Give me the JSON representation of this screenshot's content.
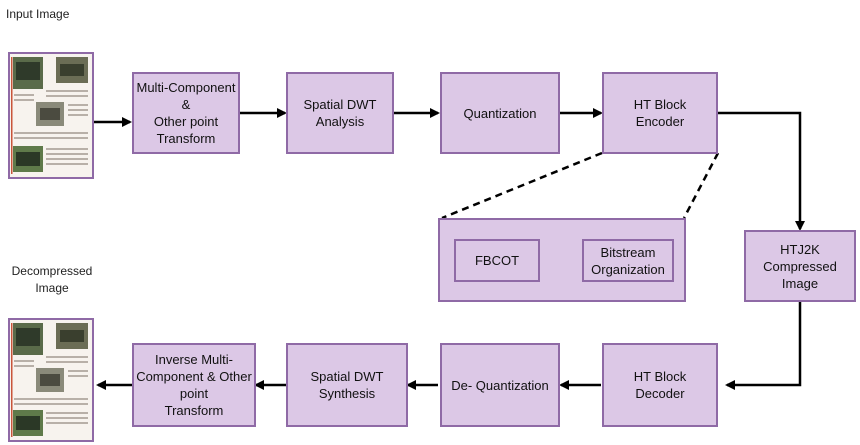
{
  "labels": {
    "input_image": "Input Image",
    "decompressed_image": "Decompressed\nImage"
  },
  "nodes": {
    "multi_component_transform": "Multi-Component &\nOther point\nTransform",
    "spatial_dwt_analysis": "Spatial DWT\nAnalysis",
    "quantization": "Quantization",
    "ht_block_encoder": "HT Block\nEncoder",
    "fbcot": "FBCOT",
    "bitstream_organization": "Bitstream\nOrganization",
    "htj2k_compressed_image": "HTJ2K\nCompressed\nImage",
    "ht_block_decoder": "HT Block\nDecoder",
    "de_quantization": "De- Quantization",
    "spatial_dwt_synthesis": "Spatial DWT\nSynthesis",
    "inverse_multi_component_transform": "Inverse Multi-\nComponent & Other\npoint\nTransform"
  },
  "colors": {
    "box_fill": "#dcc8e6",
    "box_border": "#8f6aa6",
    "arrow": "#000000"
  },
  "icons": {
    "input_image": "document-page-thumbnail-icon",
    "output_image": "document-page-thumbnail-icon"
  }
}
